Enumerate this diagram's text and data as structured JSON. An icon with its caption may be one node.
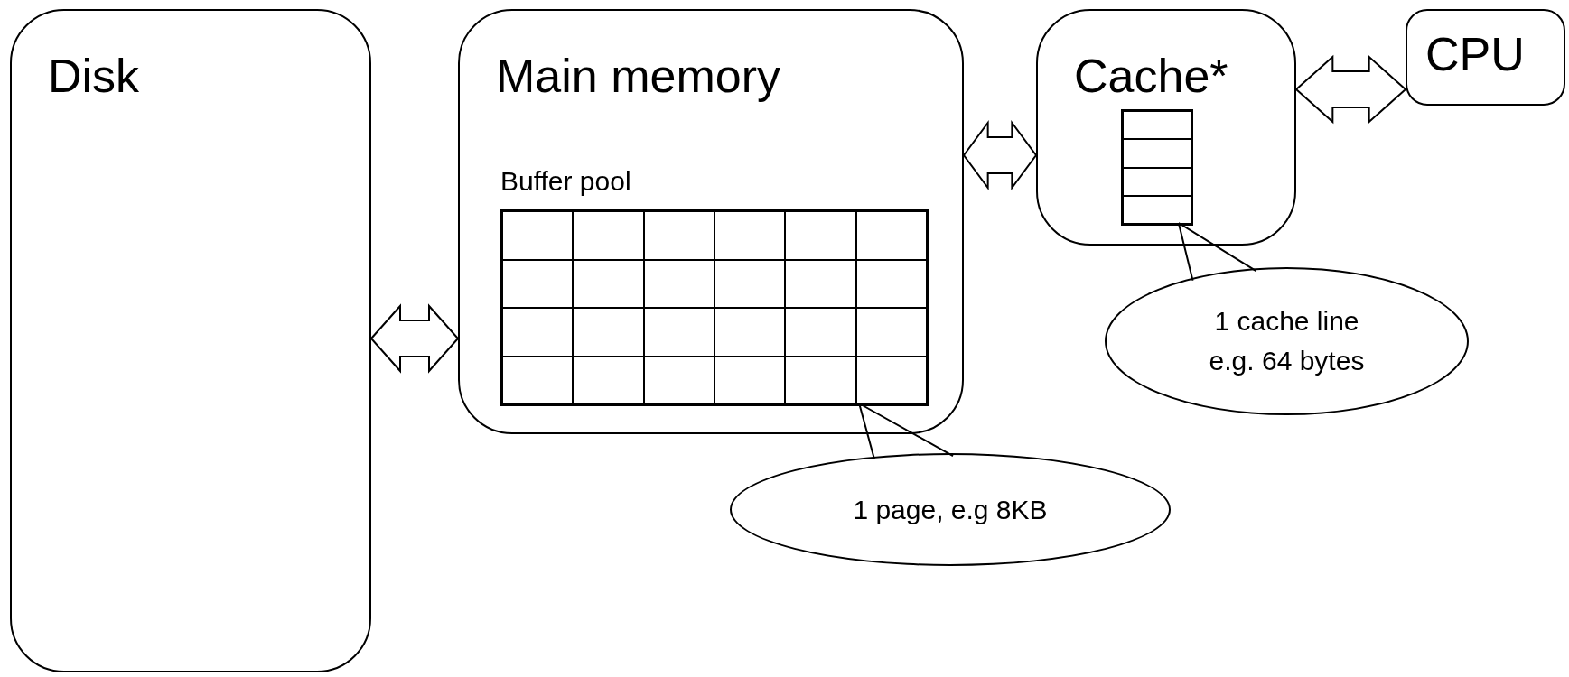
{
  "diagram": {
    "nodes": [
      {
        "text": [
          "Disk"
        ]
      },
      {
        "text": [
          "Main memory"
        ]
      },
      {
        "text": [
          "Buffer pool"
        ],
        "in": 1
      },
      {
        "text": [
          "Cache*"
        ]
      },
      {
        "text": [],
        "shape": "box",
        "in": 3
      },
      {
        "text": [
          "CPU"
        ]
      },
      {
        "text": [
          "1 page, e.g 8KB"
        ]
      },
      {
        "text": [
          "1 cache line e.g. 64 bytes"
        ]
      }
    ],
    "edges": [
      {
        "from": 0,
        "to": 1,
        "arrow": "both"
      },
      {
        "from": 1,
        "to": 3,
        "arrow": "both"
      },
      {
        "from": 3,
        "to": 5,
        "arrow": "both"
      },
      {
        "from": 6,
        "to": 2,
        "arrow": "none"
      },
      {
        "from": 7,
        "to": 4,
        "arrow": "none"
      }
    ]
  }
}
